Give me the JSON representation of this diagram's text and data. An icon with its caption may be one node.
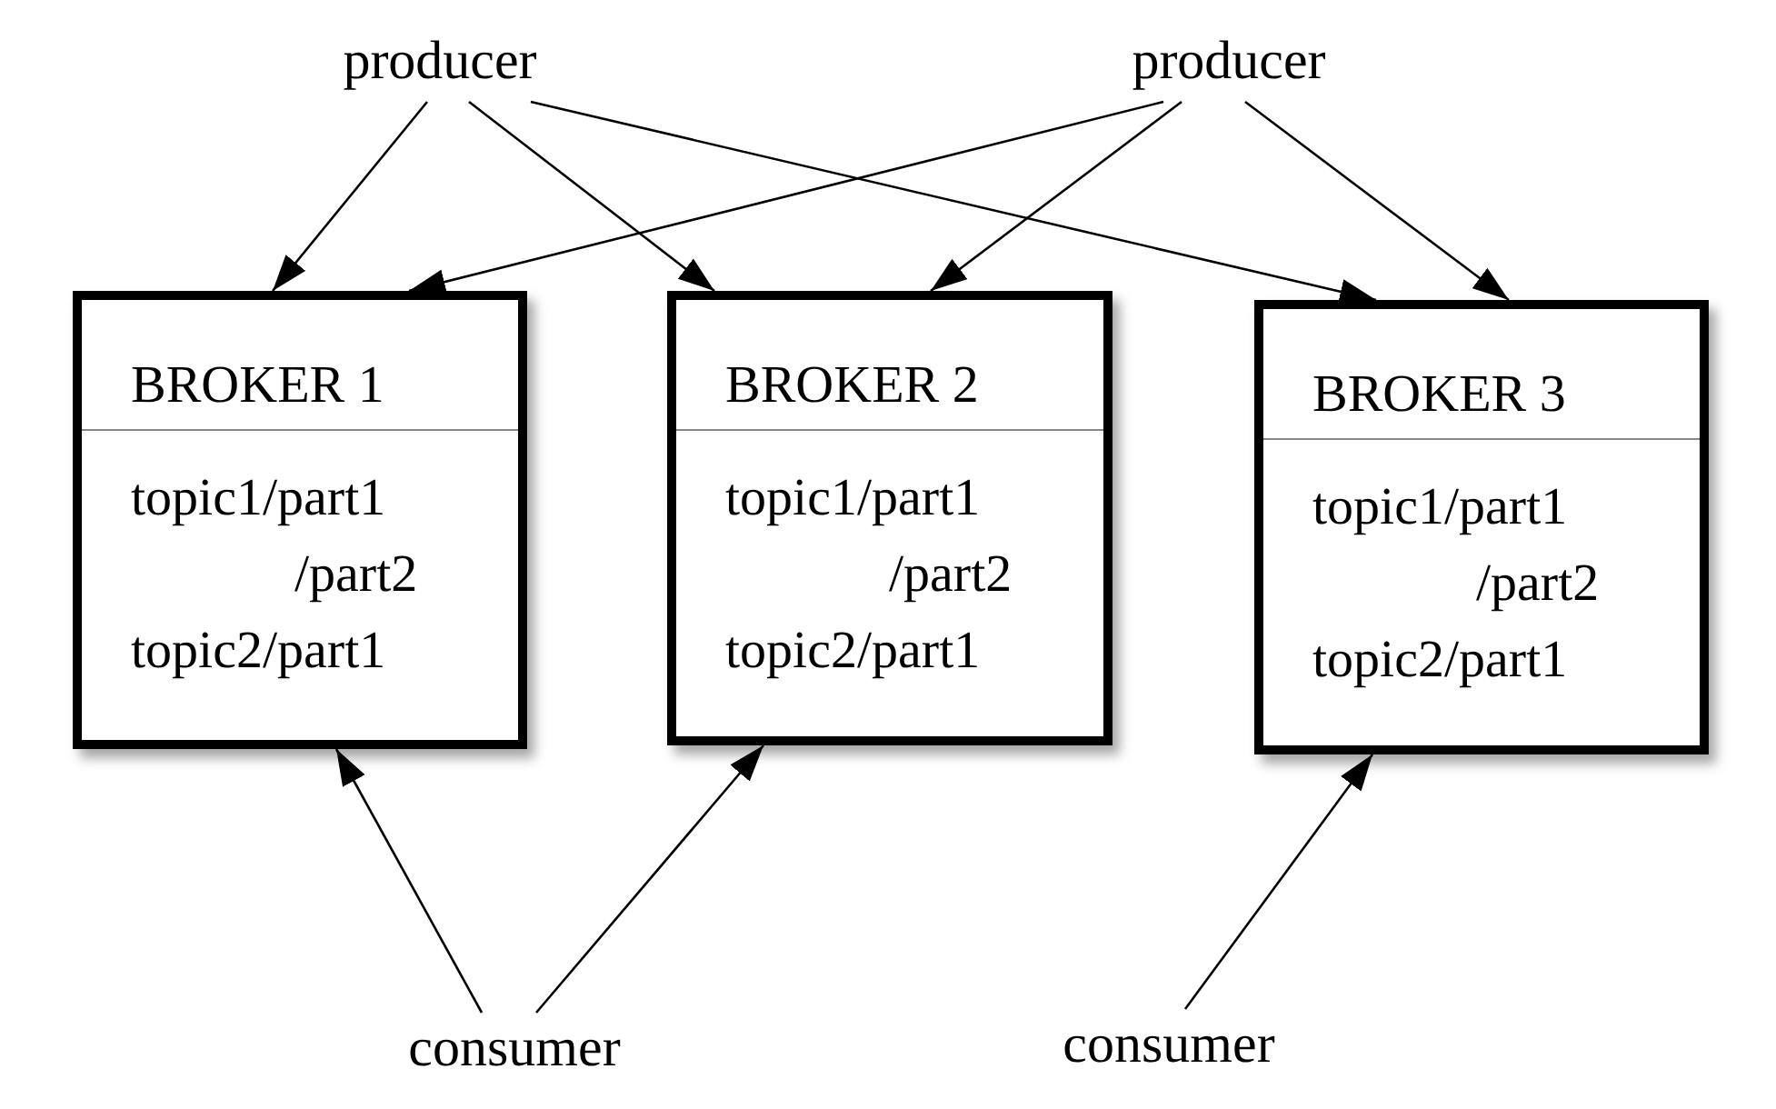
{
  "diagram": {
    "nodes": [
      {
        "text": [
          "producer"
        ]
      },
      {
        "text": [
          "producer"
        ]
      },
      {
        "text": [
          "BROKER 1",
          "topic1/part1",
          "/part2",
          "topic2/part1"
        ]
      },
      {
        "text": [
          "BROKER 2",
          "topic1/part1",
          "/part2",
          "topic2/part1"
        ]
      },
      {
        "text": [
          "BROKER 3",
          "topic1/part1",
          "/part2",
          "topic2/part1"
        ]
      },
      {
        "text": [
          "consumer"
        ]
      },
      {
        "text": [
          "consumer"
        ]
      }
    ],
    "edges": [
      {
        "from": 0,
        "to": 2,
        "arrow": "to"
      },
      {
        "from": 0,
        "to": 3,
        "arrow": "to"
      },
      {
        "from": 0,
        "to": 4,
        "arrow": "to"
      },
      {
        "from": 1,
        "to": 2,
        "arrow": "to"
      },
      {
        "from": 1,
        "to": 3,
        "arrow": "to"
      },
      {
        "from": 1,
        "to": 4,
        "arrow": "to"
      },
      {
        "from": 5,
        "to": 2,
        "arrow": "to"
      },
      {
        "from": 5,
        "to": 3,
        "arrow": "to"
      },
      {
        "from": 6,
        "to": 4,
        "arrow": "to"
      }
    ]
  }
}
